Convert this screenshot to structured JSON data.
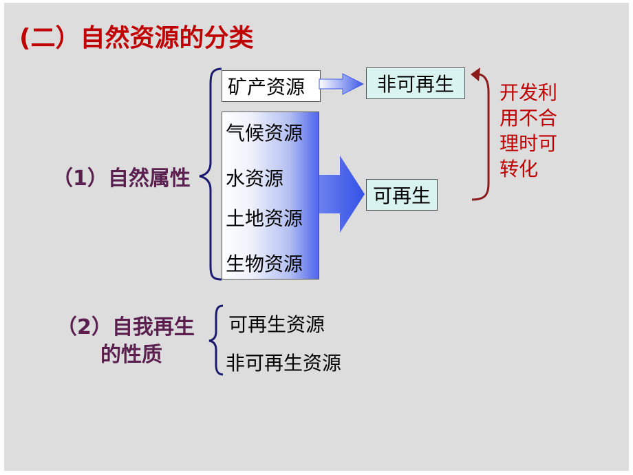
{
  "slide": {
    "title": "(二）自然资源的分类",
    "category1": {
      "label": "（1）自然属性",
      "mineral": "矿产资源",
      "renewable_sources": [
        "气候资源",
        "水资源",
        "土地资源",
        "生物资源"
      ],
      "nonrenewable_target": "非可再生",
      "renewable_target": "可再生",
      "note_lines": [
        "开发利",
        "用不合",
        "理时可",
        "转化"
      ]
    },
    "category2": {
      "label_line1": "（2）自我再生",
      "label_line2": "的性质",
      "items": [
        "可再生资源",
        "非可再生资源"
      ]
    },
    "colors": {
      "title": "#c00000",
      "label": "#5a1f4f",
      "bracket": "#1a1a6e",
      "arrow": "#4d65ea",
      "target_fill": "#d9f4f0",
      "note": "#c00000",
      "curve_arrow": "#8b1a1a",
      "background": "#dddddd"
    }
  }
}
